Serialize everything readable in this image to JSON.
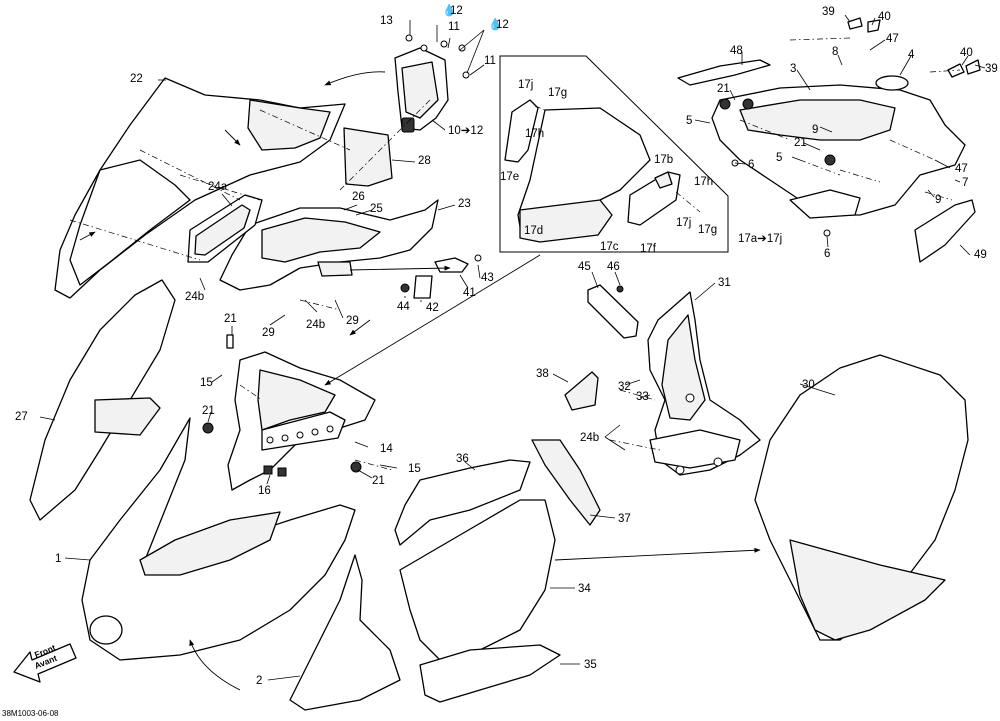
{
  "callouts": [
    {
      "id": "c1",
      "text": "1"
    },
    {
      "id": "c2",
      "text": "2"
    },
    {
      "id": "c3",
      "text": "3"
    },
    {
      "id": "c4",
      "text": "4"
    },
    {
      "id": "c5a",
      "text": "5"
    },
    {
      "id": "c5b",
      "text": "5"
    },
    {
      "id": "c6a",
      "text": "6"
    },
    {
      "id": "c6b",
      "text": "6"
    },
    {
      "id": "c7",
      "text": "7"
    },
    {
      "id": "c8",
      "text": "8"
    },
    {
      "id": "c9a",
      "text": "9"
    },
    {
      "id": "c9b",
      "text": "9"
    },
    {
      "id": "c10",
      "text": "10➔12"
    },
    {
      "id": "c11a",
      "text": "11"
    },
    {
      "id": "c11b",
      "text": "11"
    },
    {
      "id": "c12a",
      "text": "12"
    },
    {
      "id": "c12b",
      "text": "12"
    },
    {
      "id": "c13",
      "text": "13"
    },
    {
      "id": "c14",
      "text": "14"
    },
    {
      "id": "c15a",
      "text": "15"
    },
    {
      "id": "c15b",
      "text": "15"
    },
    {
      "id": "c16",
      "text": "16"
    },
    {
      "id": "c17a",
      "text": "17a➔17j"
    },
    {
      "id": "c17b",
      "text": "17b"
    },
    {
      "id": "c17c",
      "text": "17c"
    },
    {
      "id": "c17d",
      "text": "17d"
    },
    {
      "id": "c17e",
      "text": "17e"
    },
    {
      "id": "c17f",
      "text": "17f"
    },
    {
      "id": "c17g1",
      "text": "17g"
    },
    {
      "id": "c17g2",
      "text": "17g"
    },
    {
      "id": "c17h1",
      "text": "17h"
    },
    {
      "id": "c17h2",
      "text": "17h"
    },
    {
      "id": "c17j1",
      "text": "17j"
    },
    {
      "id": "c17j2",
      "text": "17j"
    },
    {
      "id": "c21a",
      "text": "21"
    },
    {
      "id": "c21b",
      "text": "21"
    },
    {
      "id": "c21c",
      "text": "21"
    },
    {
      "id": "c21d",
      "text": "21"
    },
    {
      "id": "c21e",
      "text": "21"
    },
    {
      "id": "c22",
      "text": "22"
    },
    {
      "id": "c23",
      "text": "23"
    },
    {
      "id": "c24a",
      "text": "24a"
    },
    {
      "id": "c24b1",
      "text": "24b"
    },
    {
      "id": "c24b2",
      "text": "24b"
    },
    {
      "id": "c24b3",
      "text": "24b"
    },
    {
      "id": "c25",
      "text": "25"
    },
    {
      "id": "c26",
      "text": "26"
    },
    {
      "id": "c27",
      "text": "27"
    },
    {
      "id": "c28",
      "text": "28"
    },
    {
      "id": "c29a",
      "text": "29"
    },
    {
      "id": "c29b",
      "text": "29"
    },
    {
      "id": "c30",
      "text": "30"
    },
    {
      "id": "c31",
      "text": "31"
    },
    {
      "id": "c32",
      "text": "32"
    },
    {
      "id": "c33",
      "text": "33"
    },
    {
      "id": "c34",
      "text": "34"
    },
    {
      "id": "c35",
      "text": "35"
    },
    {
      "id": "c36",
      "text": "36"
    },
    {
      "id": "c37",
      "text": "37"
    },
    {
      "id": "c38",
      "text": "38"
    },
    {
      "id": "c39a",
      "text": "39"
    },
    {
      "id": "c39b",
      "text": "39"
    },
    {
      "id": "c40a",
      "text": "40"
    },
    {
      "id": "c40b",
      "text": "40"
    },
    {
      "id": "c41",
      "text": "41"
    },
    {
      "id": "c42",
      "text": "42"
    },
    {
      "id": "c43",
      "text": "43"
    },
    {
      "id": "c44",
      "text": "44"
    },
    {
      "id": "c45",
      "text": "45"
    },
    {
      "id": "c46",
      "text": "46"
    },
    {
      "id": "c47a",
      "text": "47"
    },
    {
      "id": "c47b",
      "text": "47"
    },
    {
      "id": "c48",
      "text": "48"
    },
    {
      "id": "c49",
      "text": "49"
    }
  ],
  "front_label": {
    "line1": "Front",
    "line2": "Avant"
  },
  "drawing_code": "38M1003-06-08"
}
